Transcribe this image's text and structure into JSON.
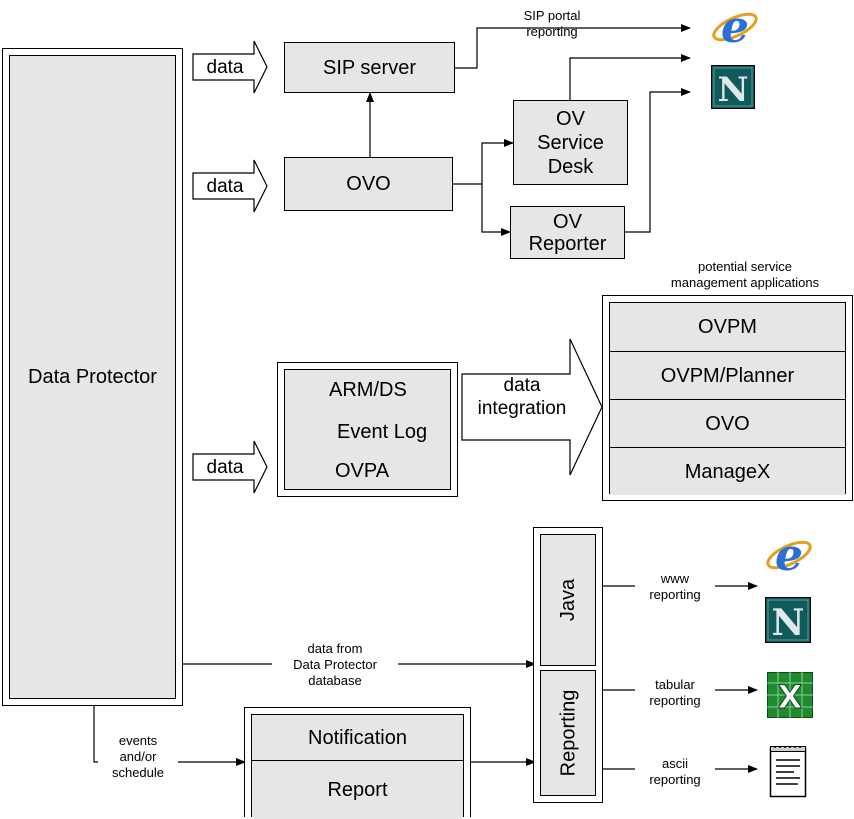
{
  "source": {
    "label": "Data Protector"
  },
  "inputs": {
    "data_label": "data"
  },
  "sip": {
    "server": "SIP server",
    "portal_reporting": "SIP portal\nreporting"
  },
  "ovo": {
    "label": "OVO",
    "service_desk": "OV\nService\nDesk",
    "reporter": "OV\nReporter"
  },
  "integration": {
    "items": [
      "ARM/DS",
      "Event Log",
      "OVPA"
    ],
    "arrow_label": "data\nintegration"
  },
  "service_apps": {
    "caption": "potential service\nmanagement applications",
    "items": [
      "OVPM",
      "OVPM/Planner",
      "OVO",
      "ManageX"
    ]
  },
  "reporting_tool": {
    "java": "Java",
    "reporting": "Reporting",
    "db_label": "data from\nData Protector\ndatabase"
  },
  "outputs": {
    "www": "www\nreporting",
    "tabular": "tabular\nreporting",
    "ascii": "ascii\nreporting"
  },
  "notification": {
    "events_label": "events\nand/or\nschedule",
    "items": [
      "Notification",
      "Report"
    ]
  },
  "icons": {
    "internet_explorer": "internet-explorer-icon",
    "netscape": "netscape-icon",
    "excel": "excel-icon",
    "notepad": "notepad-icon"
  },
  "colors": {
    "box_fill": "#e6e6e6",
    "ie_blue": "#2a6fd6",
    "netscape_teal": "#0f5a5a",
    "excel_green": "#1f8a2e"
  }
}
